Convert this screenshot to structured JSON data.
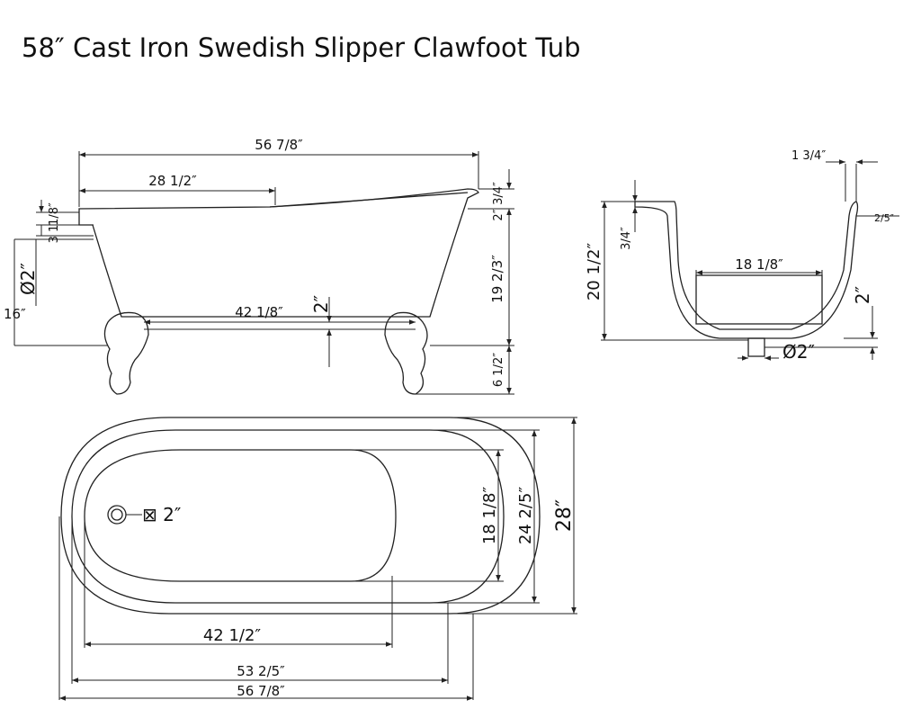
{
  "title": "58″ Cast Iron Swedish Slipper Clawfoot Tub",
  "side_view": {
    "overall_length": "56 7/8″",
    "inner_length": "28 1/2″",
    "rim": "3/4″",
    "rim_offset": "2″",
    "body_height": "19 2/3″",
    "foot_height": "6 1/2″",
    "left_rim": "1/8″",
    "left_offset": "3 1",
    "drain_diameter": "Ø2″",
    "floor_to_drain": "16″",
    "feet_spacing": "42 1/8″",
    "feet_gap": "2″"
  },
  "section_view": {
    "wall_top": "1 3/4″",
    "wall": "2/5″",
    "rim": "3/4″",
    "height": "20 1/2″",
    "floor_width": "18 1/8″",
    "bottom": "2″",
    "drain_diameter": "Ø2″"
  },
  "plan_view": {
    "drain": "⊠ 2″",
    "inner_width": "18 1/8″",
    "mid_width": "24 2/5″",
    "outer_width": "28″",
    "inner_length": "42 1/2″",
    "mid_length": "53 2/5″",
    "outer_length": "56 7/8″"
  }
}
